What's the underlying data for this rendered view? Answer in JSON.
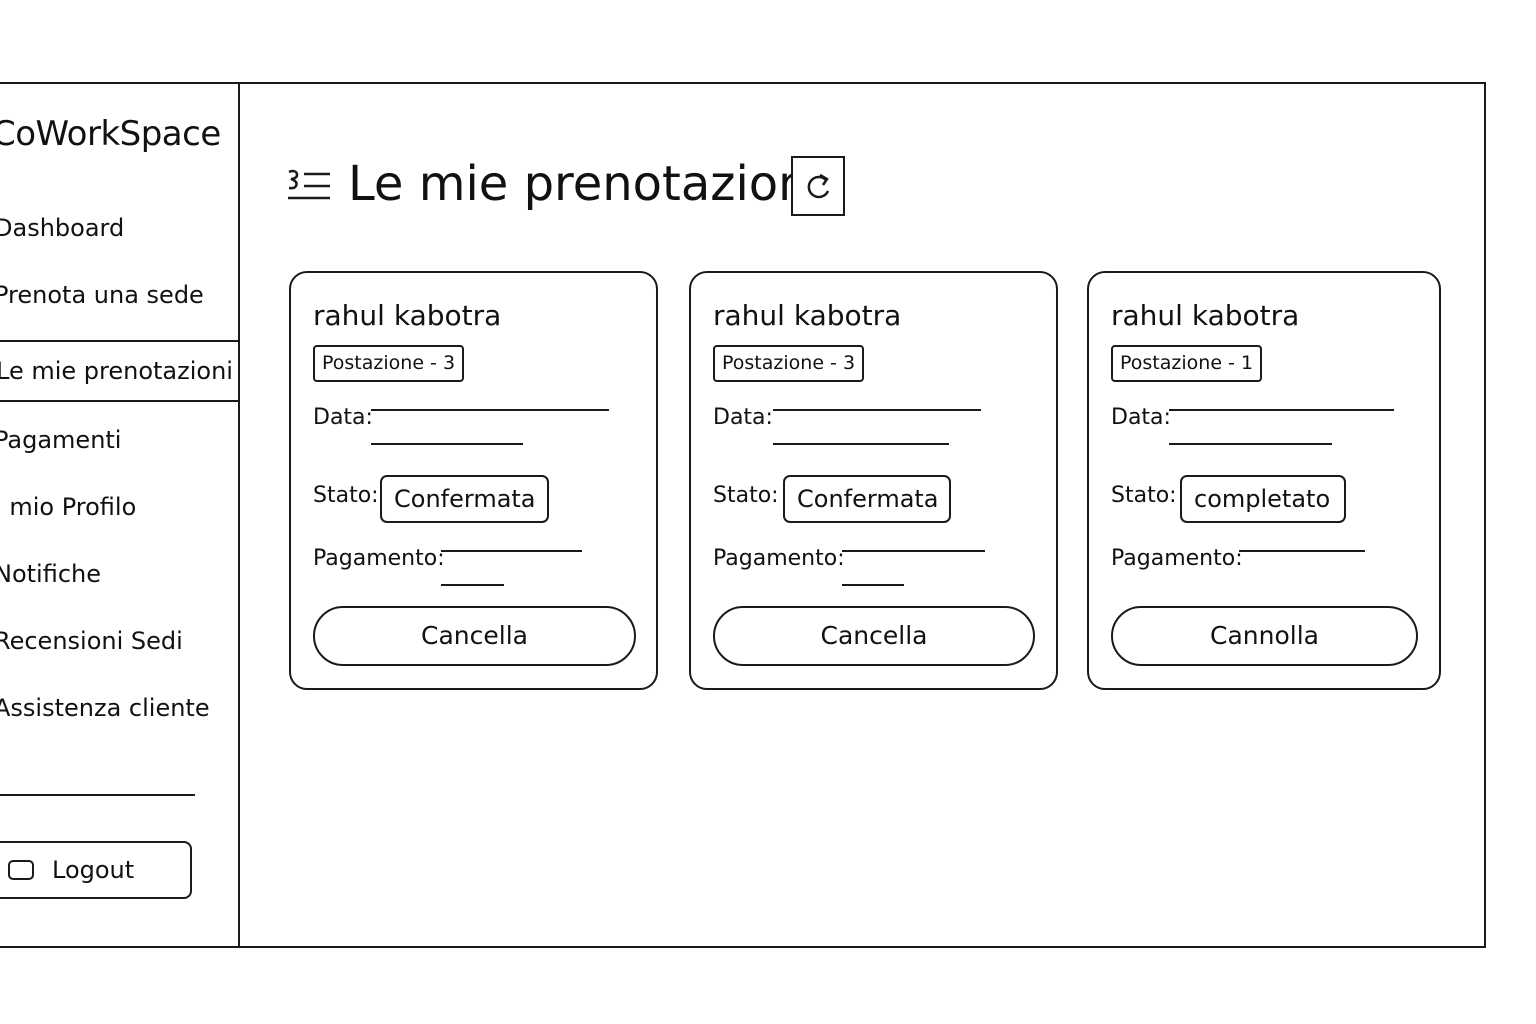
{
  "app": {
    "brand": "CoWorkSpace"
  },
  "sidebar": {
    "items": [
      {
        "label": "Dashboard"
      },
      {
        "label": "Prenota una sede"
      },
      {
        "label": "Le mie prenotazioni",
        "active": true
      },
      {
        "label": "Pagamenti"
      },
      {
        "label": "Il mio Profilo"
      },
      {
        "label": "Notifiche"
      },
      {
        "label": "Recensioni Sedi"
      },
      {
        "label": "Assistenza cliente"
      }
    ],
    "logout_label": "Logout"
  },
  "main": {
    "title": "Le mie prenotazioni",
    "title_icon": "list-icon",
    "refresh_icon": "refresh-icon"
  },
  "bookings": [
    {
      "name": "rahul kabotra",
      "seat": "Postazione - 3",
      "date_label": "Data:",
      "status_label": "Stato:",
      "status": "Confermata",
      "payment_label": "Pagamento:",
      "action_label": "Cancella"
    },
    {
      "name": "rahul kabotra",
      "seat": "Postazione - 3",
      "date_label": "Data:",
      "status_label": "Stato:",
      "status": "Confermata",
      "payment_label": "Pagamento:",
      "action_label": "Cancella"
    },
    {
      "name": "rahul kabotra",
      "seat": "Postazione - 1",
      "date_label": "Data:",
      "status_label": "Stato:",
      "status": "completato",
      "payment_label": "Pagamento:",
      "action_label": "Cannolla"
    }
  ]
}
